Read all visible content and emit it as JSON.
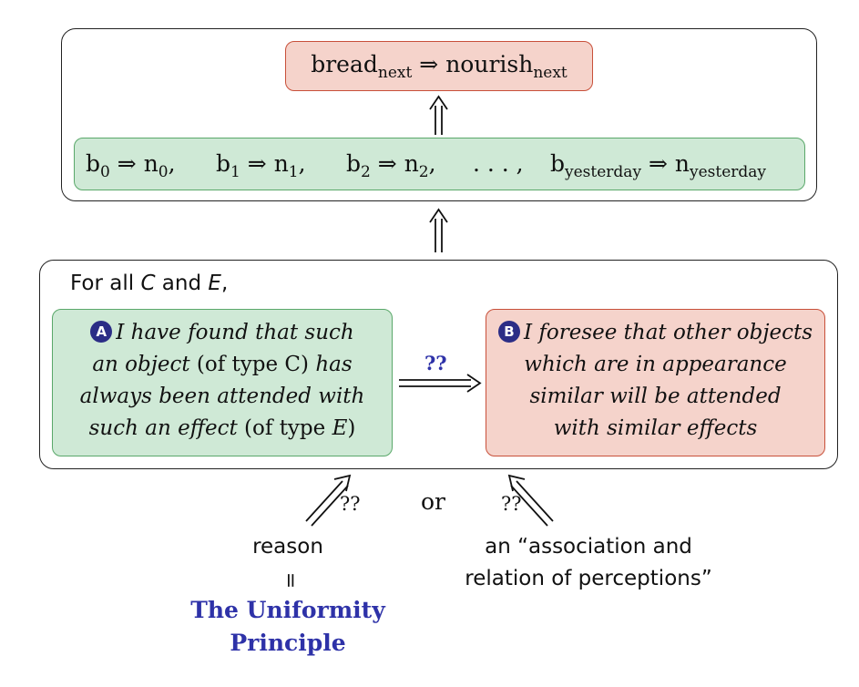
{
  "top": {
    "conclusion": {
      "left_base": "bread",
      "left_sub": "next",
      "implies": "⇒",
      "right_base": "nourish",
      "right_sub": "next"
    },
    "instances": [
      {
        "b": "b",
        "bs": "0",
        "n": "n",
        "ns": "0",
        "sep": ","
      },
      {
        "b": "b",
        "bs": "1",
        "n": "n",
        "ns": "1",
        "sep": ","
      },
      {
        "b": "b",
        "bs": "2",
        "n": "n",
        "ns": "2",
        "sep": ","
      },
      {
        "ellipsis": ". . . ,"
      },
      {
        "b": "b",
        "bs": "yesterday",
        "n": "n",
        "ns": "yesterday"
      }
    ]
  },
  "middle": {
    "quantifier_prefix": "For all ",
    "var_c": "C",
    "and_text": " and ",
    "var_e": "E",
    "quantifier_suffix": ",",
    "box_a": {
      "badge": "A",
      "line1": "I have found that such",
      "line2a": "an object",
      "line2b": " (of type C) ",
      "line2c": "has",
      "line3": "always been attended with",
      "line4a": "such an effect",
      "line4b": " (of type ",
      "line4c": "E",
      "line4d": ")"
    },
    "arrow_label": "??",
    "box_b": {
      "badge": "B",
      "line1": "I foresee that other objects",
      "line2": "which are in appearance",
      "line3": "similar will be attended",
      "line4": "with similar effects"
    }
  },
  "bottom": {
    "left_q": "??",
    "or": "or",
    "right_q": "??",
    "reason": "reason",
    "equals": "=",
    "principle_line1": "The Uniformity",
    "principle_line2": "Principle",
    "association_line1": "an “association and",
    "association_line2": "relation of perceptions”"
  },
  "colors": {
    "red_fill": "#f5d3cb",
    "red_border": "#c8503a",
    "green_fill": "#cfe9d6",
    "green_border": "#5aa86a",
    "accent_blue": "#2e32a8",
    "badge": "#2b2d86"
  }
}
